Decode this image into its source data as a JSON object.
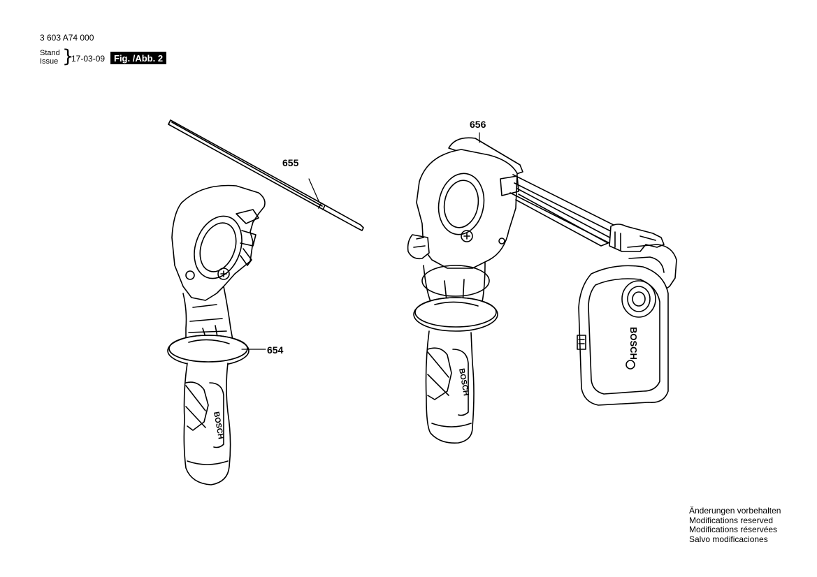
{
  "header": {
    "part_number": "3 603 A74 000",
    "stand_label": "Stand",
    "issue_label": "Issue",
    "brace": "}",
    "date": "17-03-09",
    "figure_label": "Fig. /Abb. 2"
  },
  "callouts": {
    "c654": "654",
    "c655": "655",
    "c656": "656"
  },
  "handle_brand": "BOSCH",
  "footer": {
    "lines": [
      "Änderungen vorbehalten",
      "Modifications reserved",
      "Modifications réservées",
      "Salvo modificaciones"
    ]
  }
}
